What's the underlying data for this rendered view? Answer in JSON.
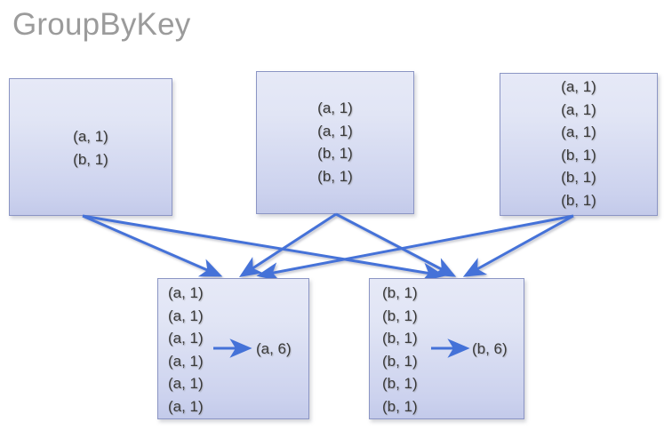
{
  "title": "GroupByKey",
  "colors": {
    "title": "#9b9b9b",
    "box_border": "#8b95c4",
    "box_fill_top": "#e6e9f7",
    "box_fill_bottom": "#c3caea",
    "arrow": "#4472d8",
    "text": "#3a3a3a"
  },
  "input_boxes": [
    {
      "id": "input-1",
      "rows": [
        "(a, 1)",
        "(b, 1)"
      ]
    },
    {
      "id": "input-2",
      "rows": [
        "(a, 1)",
        "(a, 1)",
        "(b, 1)",
        "(b, 1)"
      ]
    },
    {
      "id": "input-3",
      "rows": [
        "(a, 1)",
        "(a, 1)",
        "(a, 1)",
        "(b, 1)",
        "(b, 1)",
        "(b, 1)"
      ]
    }
  ],
  "output_boxes": [
    {
      "id": "output-a",
      "rows": [
        "(a, 1)",
        "(a, 1)",
        "(a, 1)",
        "(a, 1)",
        "(a, 1)",
        "(a, 1)"
      ],
      "result": "(a, 6)"
    },
    {
      "id": "output-b",
      "rows": [
        "(b, 1)",
        "(b, 1)",
        "(b, 1)",
        "(b, 1)",
        "(b, 1)",
        "(b, 1)"
      ],
      "result": "(b, 6)"
    }
  ],
  "edges": [
    {
      "from": "input-1",
      "to": "output-a"
    },
    {
      "from": "input-1",
      "to": "output-b"
    },
    {
      "from": "input-2",
      "to": "output-a"
    },
    {
      "from": "input-2",
      "to": "output-b"
    },
    {
      "from": "input-3",
      "to": "output-a"
    },
    {
      "from": "input-3",
      "to": "output-b"
    }
  ]
}
